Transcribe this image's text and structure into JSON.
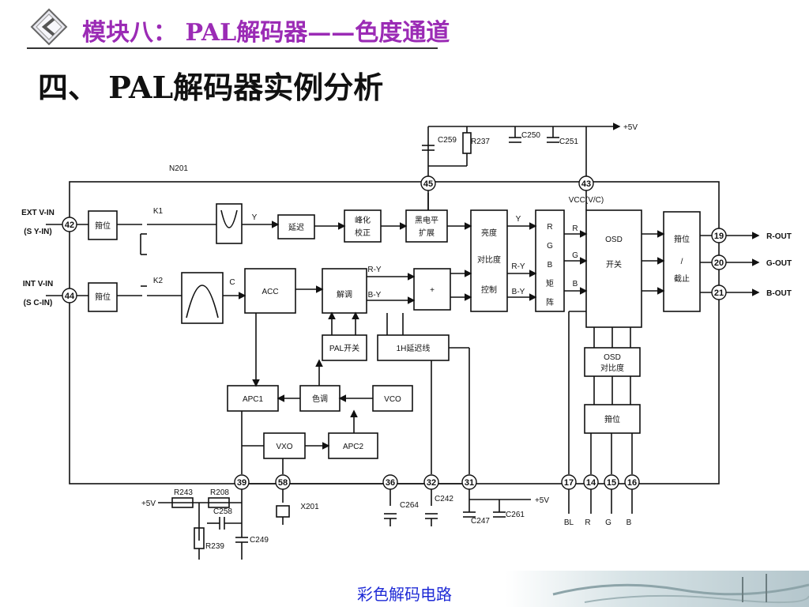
{
  "header": {
    "title": "模块八： PAL解码器——色度通道"
  },
  "section": {
    "title": "四、 PAL解码器实例分析"
  },
  "footer": {
    "text": "彩色解码电路"
  },
  "diagram": {
    "chip_label": "N201",
    "vcc_label": "VCC(V/C)",
    "supply_label": "+5V",
    "inputs": {
      "ext_line1": "EXT V-IN",
      "ext_line2": "(S Y-IN)",
      "int_line1": "INT V-IN",
      "int_line2": "(S C-IN)"
    },
    "outputs": {
      "r": "R-OUT",
      "g": "G-OUT",
      "b": "B-OUT"
    },
    "switches": {
      "k1": "K1",
      "k2": "K2"
    },
    "blocks": {
      "clamp1": "箝位",
      "clamp2": "箝位",
      "delay": "延迟",
      "peaking1": "峰化",
      "peaking2": "校正",
      "black_ext1": "黑电平",
      "black_ext2": "扩展",
      "brightness1": "亮度",
      "brightness2": "对比度",
      "brightness3": "控制",
      "matrix": [
        "R",
        "G",
        "B",
        "矩",
        "阵"
      ],
      "osd1": "OSD",
      "osd2": "开关",
      "blank1": "箝位",
      "blank2": "/",
      "blank3": "截止",
      "acc": "ACC",
      "demod": "解调",
      "adder": "+",
      "pal_switch": "PAL开关",
      "delay_line": "1H延迟线",
      "osd_contrast1": "OSD",
      "osd_contrast2": "对比度",
      "clamp3": "箝位",
      "apc1": "APC1",
      "hue": "色调",
      "vco": "VCO",
      "vxo": "VXO",
      "apc2": "APC2"
    },
    "signals": {
      "y": "Y",
      "c": "C",
      "ry": "R-Y",
      "by": "B-Y",
      "r": "R",
      "g": "G",
      "b": "B"
    },
    "pins": {
      "p42": "42",
      "p44": "44",
      "p45": "45",
      "p43": "43",
      "p39": "39",
      "p58": "58",
      "p36": "36",
      "p32": "32",
      "p31": "31",
      "p17": "17",
      "p14": "14",
      "p15": "15",
      "p16": "16",
      "p19": "19",
      "p20": "20",
      "p21": "21"
    },
    "components": {
      "c259": "C259",
      "r237": "R237",
      "c250": "C250",
      "c251": "C251",
      "r243": "R243",
      "r208": "R208",
      "c258": "C258",
      "r239": "R239",
      "c249": "C249",
      "x201": "X201",
      "c264": "C264",
      "c242": "C242",
      "c247": "C247",
      "c261": "C261"
    },
    "bottom_labels": {
      "bl": "BL",
      "r": "R",
      "g": "G",
      "b": "B"
    }
  }
}
